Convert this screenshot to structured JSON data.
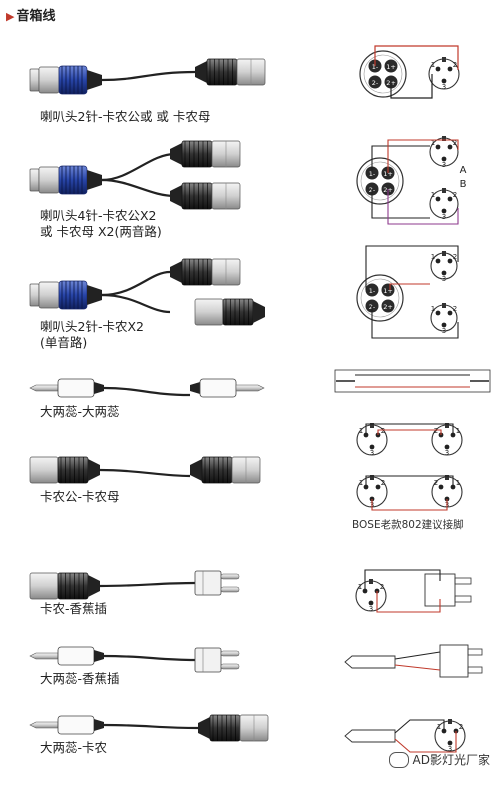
{
  "header": {
    "title": "音箱线"
  },
  "cables": [
    {
      "label_lines": [
        "喇叭头2针-卡农公或 或 卡农母"
      ]
    },
    {
      "label_lines": [
        "喇叭头4针-卡农公X2",
        "或 卡农母 X2(两音路)"
      ]
    },
    {
      "label_lines": [
        "喇叭头2针-卡农X2",
        "(单音路)"
      ]
    },
    {
      "label_lines": [
        "大两蕊-大两蕊"
      ]
    },
    {
      "label_lines": [
        "卡农公-卡农母"
      ]
    },
    {
      "label_lines": [
        "卡农-香蕉插"
      ]
    },
    {
      "label_lines": [
        "大两蕊-香蕉插"
      ]
    },
    {
      "label_lines": [
        "大两蕊-卡农"
      ]
    }
  ],
  "wiring": {
    "pin_labels": [
      "1",
      "2",
      "3"
    ],
    "speakon_pins": [
      "1-",
      "1+",
      "2-",
      "2+"
    ],
    "channel_a": "A",
    "channel_b": "B",
    "bose_note": "BOSE老款802建议接脚",
    "wire_colors": {
      "red": "#c0392b",
      "black": "#222222",
      "purple": "#8e3a8e"
    }
  },
  "watermark": {
    "text": "AD影灯光厂家"
  }
}
